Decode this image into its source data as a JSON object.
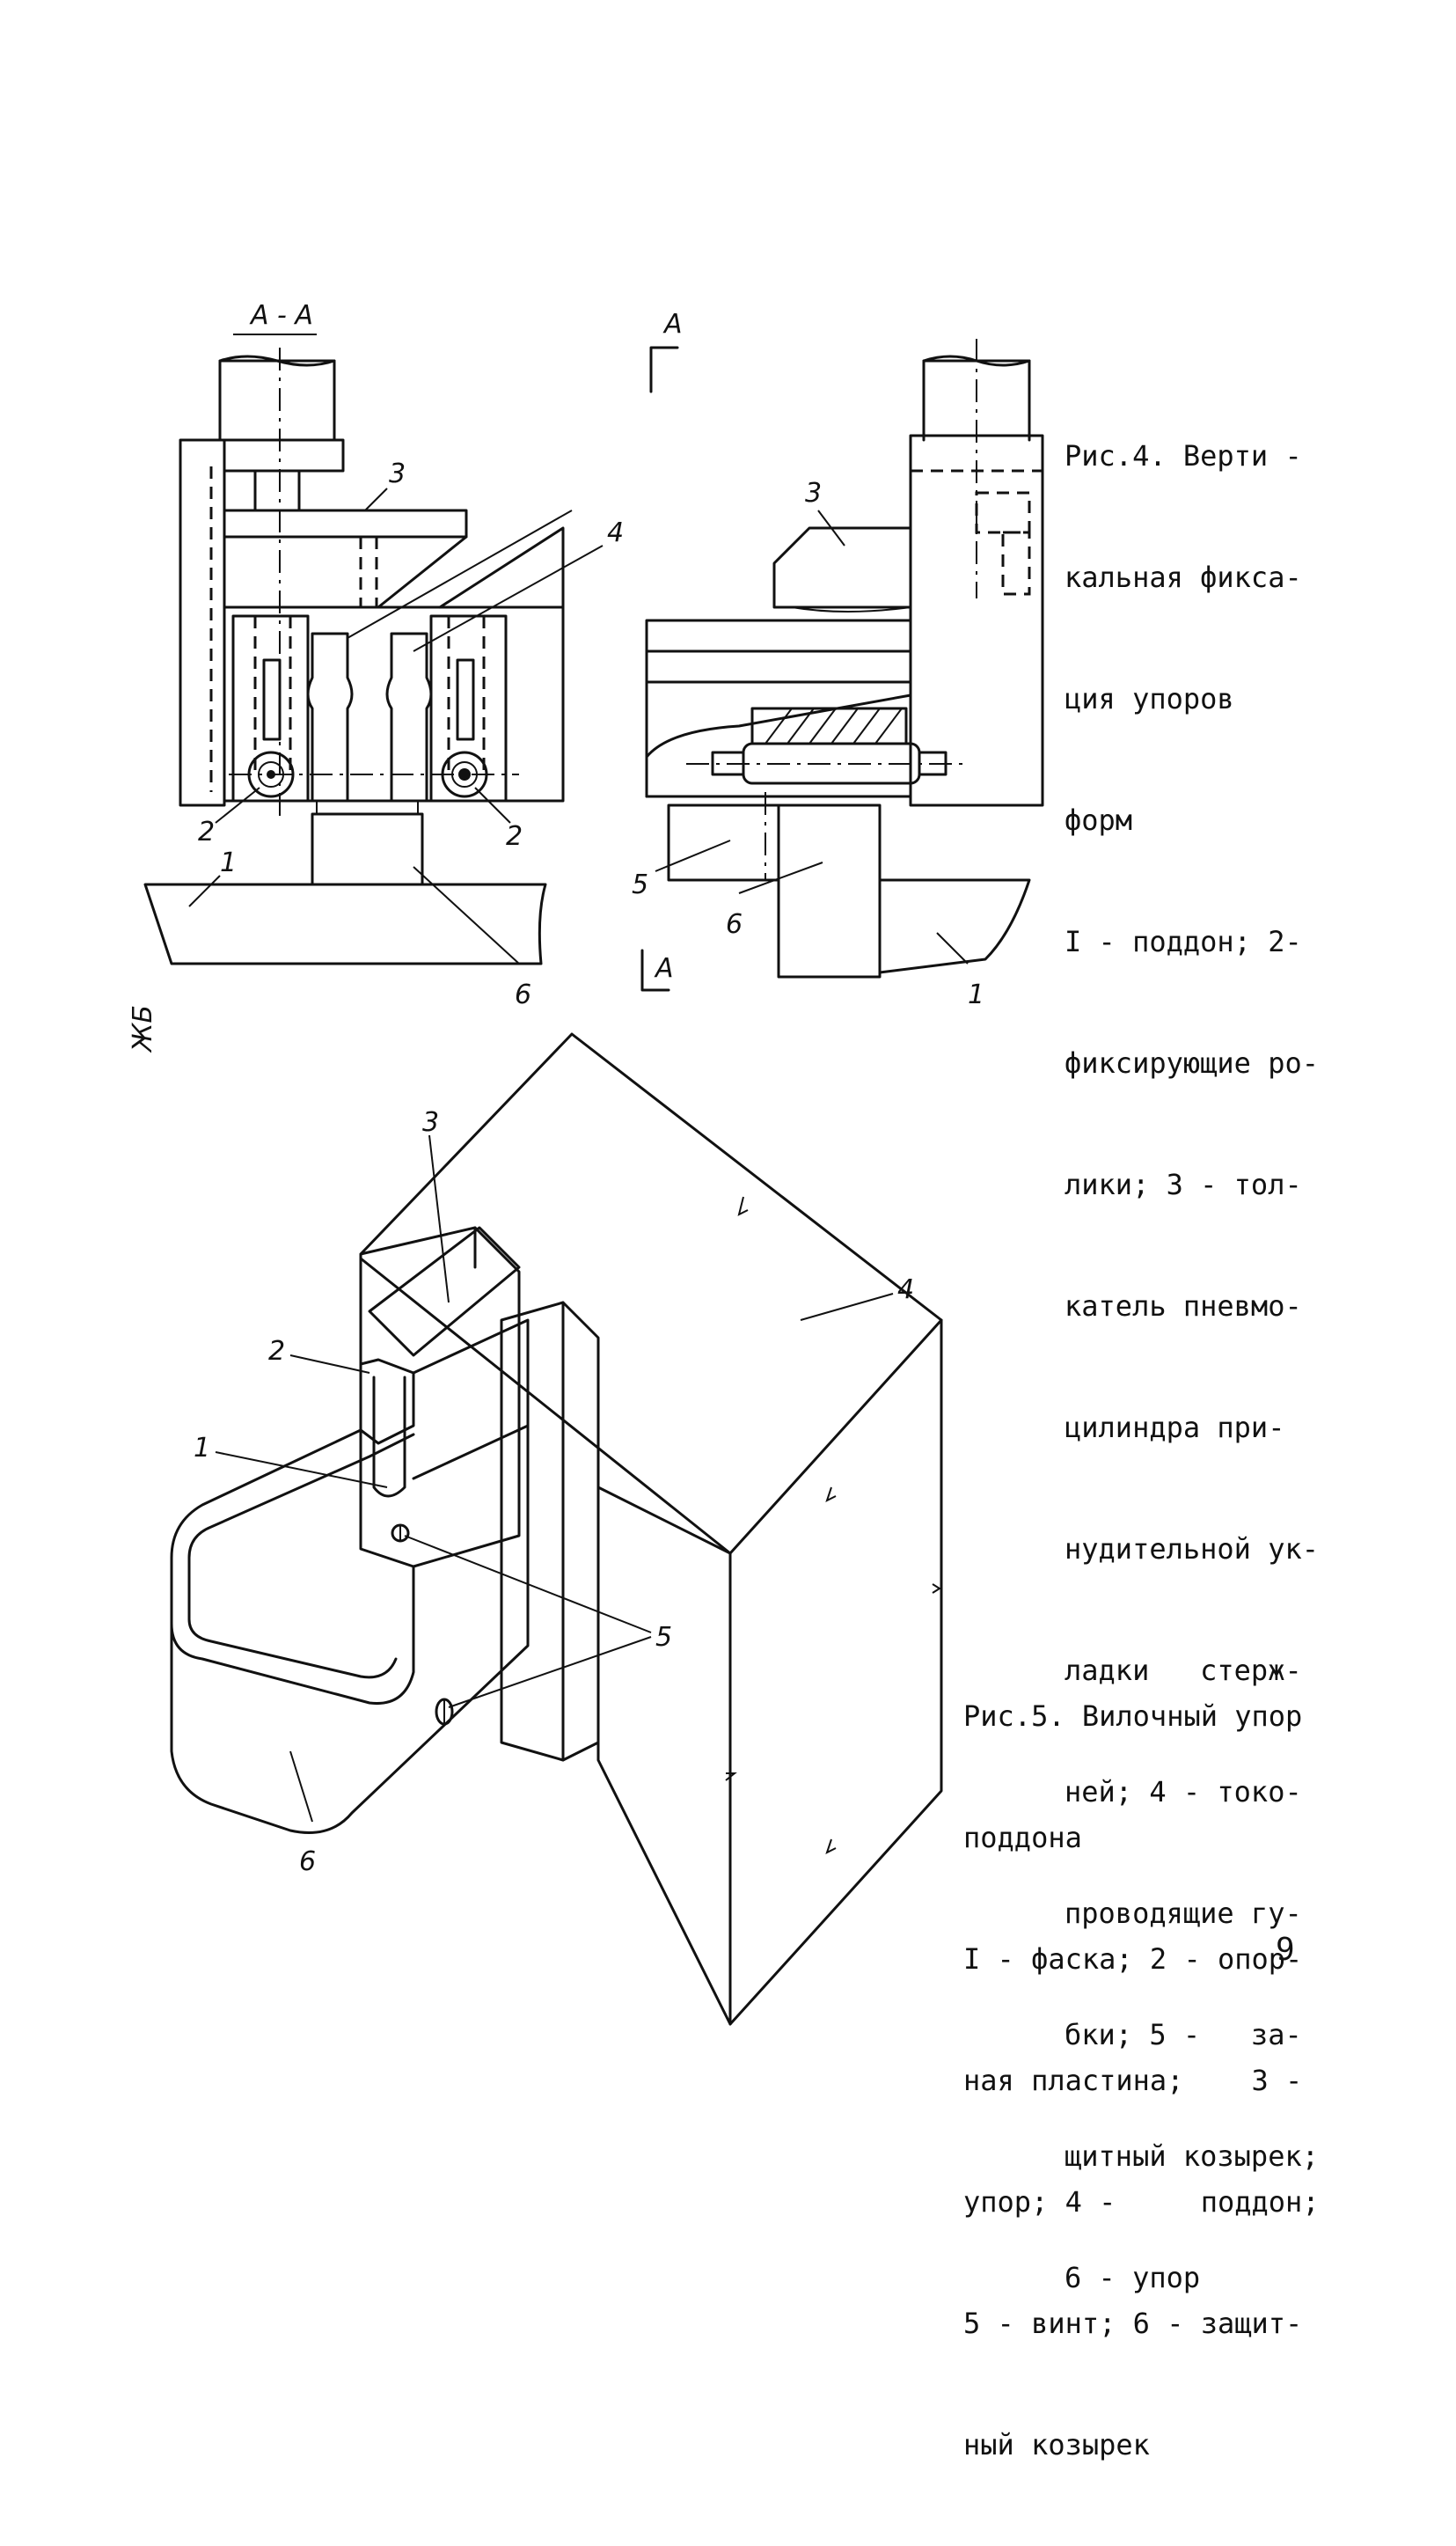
{
  "figure4": {
    "section_label": "А - А",
    "view_marker_top": "А",
    "view_marker_bottom": "А",
    "caption_lines": [
      "Рис.4. Верти -",
      "кальная фикса-",
      "ция упоров",
      "форм",
      "I - поддон; 2-",
      "фиксирующие ро-",
      "лики; 3 - тол-",
      "катель пневмо-",
      "цилиндра при-",
      "нудительной ук-",
      "ладки   стерж-",
      "ней; 4 - токо-",
      "проводящие гу-",
      "бки; 5 -   за-",
      "щитный козырек;",
      "6 - упор"
    ],
    "left_view_labels": {
      "l3": "3",
      "l4": "4",
      "l2a": "2",
      "l2b": "2",
      "l1": "1",
      "l6": "6"
    },
    "right_view_labels": {
      "l3": "3",
      "l5": "5",
      "l6": "6",
      "l1": "1"
    }
  },
  "side_mark": "ЖБ",
  "figure5": {
    "caption_lines": [
      "Рис.5. Вилочный упор",
      "поддона",
      "I - фаска; 2 - опор-",
      "ная пластина;    3 -",
      "упор; 4 -     поддон;",
      "5 - винт; 6 - защит-",
      "ный козырек"
    ],
    "labels": {
      "l3": "3",
      "l4": "4",
      "l2": "2",
      "l1": "1",
      "l5": "5",
      "l6": "6"
    }
  },
  "page_number": "9"
}
